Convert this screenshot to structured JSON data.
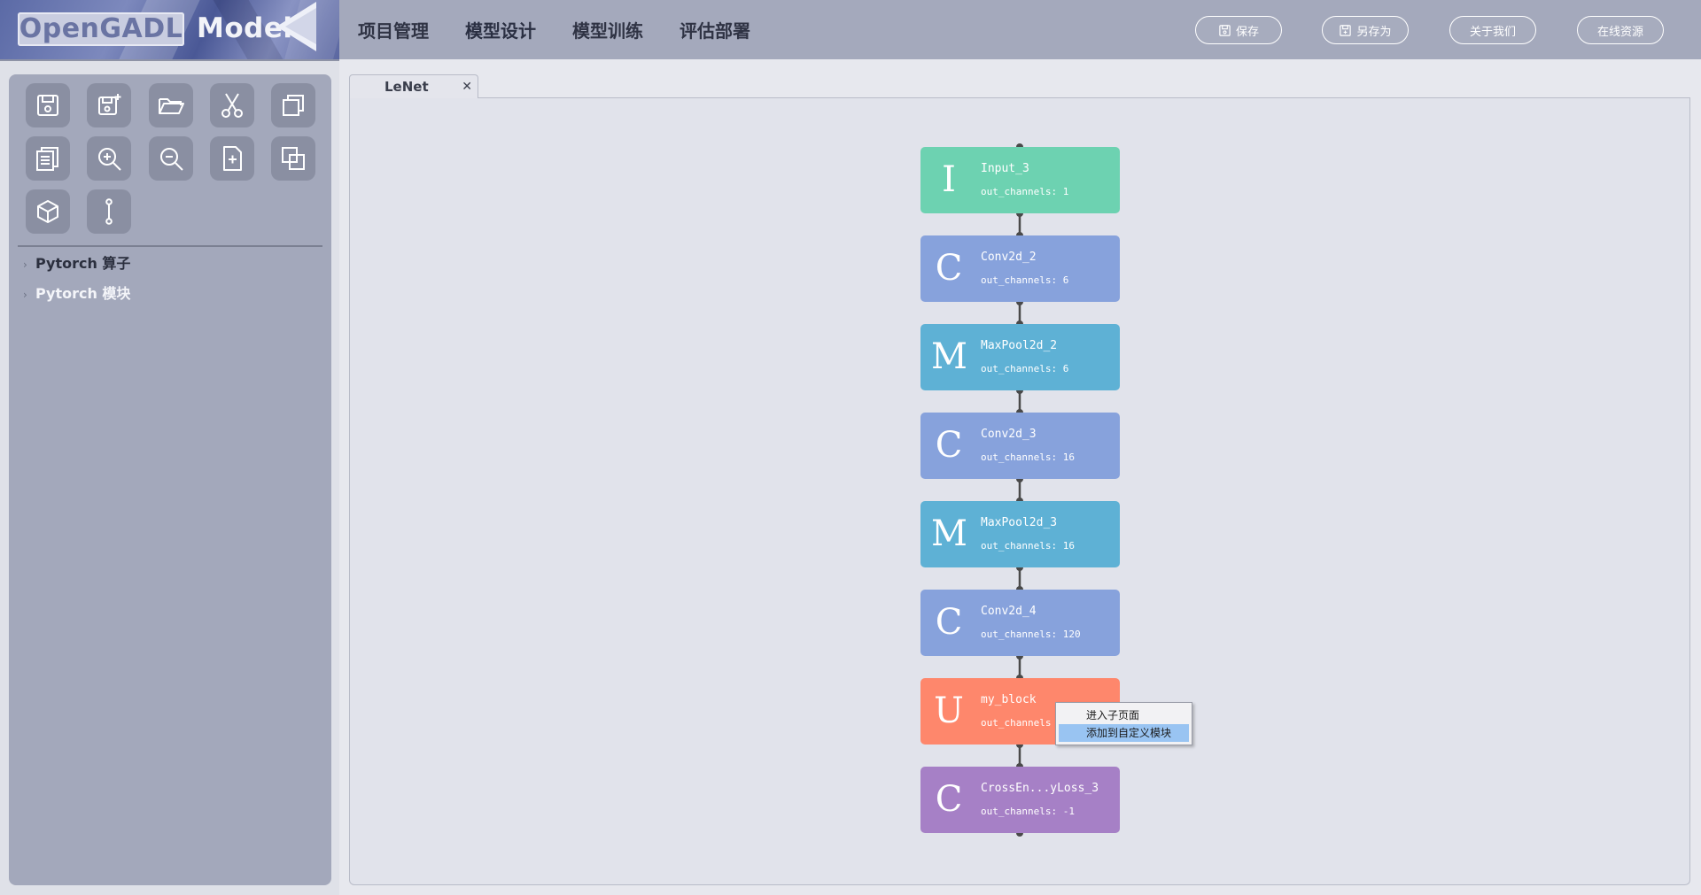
{
  "header": {
    "logo_primary": "OpenGADL",
    "logo_secondary": "Model",
    "nav": [
      "项目管理",
      "模型设计",
      "模型训练",
      "评估部署"
    ],
    "active_nav": "模型设计",
    "buttons": {
      "save": "保存",
      "save_as": "另存为",
      "about": "关于我们",
      "online": "在线资源"
    }
  },
  "sidebar": {
    "tools": [
      "save-icon",
      "save-as-icon",
      "open-folder-icon",
      "cut-icon",
      "copy-icon",
      "document-icon",
      "zoom-in-icon",
      "zoom-out-icon",
      "new-page-icon",
      "duplicate-icon",
      "cube-icon",
      "connector-icon"
    ],
    "tree": [
      "Pytorch 算子",
      "Pytorch 模块"
    ]
  },
  "tabs": [
    {
      "title": "LeNet",
      "close": "✕"
    }
  ],
  "graph": {
    "nodes": [
      {
        "letter": "I",
        "name": "Input_3",
        "sub": "out_channels: 1",
        "color": "#6dd2b1"
      },
      {
        "letter": "C",
        "name": "Conv2d_2",
        "sub": "out_channels: 6",
        "color": "#87a2dc"
      },
      {
        "letter": "M",
        "name": "MaxPool2d_2",
        "sub": "out_channels: 6",
        "color": "#5eb1d5"
      },
      {
        "letter": "C",
        "name": "Conv2d_3",
        "sub": "out_channels: 16",
        "color": "#87a2dc"
      },
      {
        "letter": "M",
        "name": "MaxPool2d_3",
        "sub": "out_channels: 16",
        "color": "#5eb1d5"
      },
      {
        "letter": "C",
        "name": "Conv2d_4",
        "sub": "out_channels: 120",
        "color": "#87a2dc"
      },
      {
        "letter": "U",
        "name": "my_block",
        "sub": "out_channels",
        "color": "#fe876c"
      },
      {
        "letter": "C",
        "name": "CrossEn...yLoss_3",
        "sub": "out_channels: -1",
        "color": "#a680c6"
      }
    ]
  },
  "context_menu": {
    "items": [
      "进入子页面",
      "添加到自定义模块"
    ],
    "highlighted_index": 1
  },
  "colors": {
    "header_bg": "#a4a9bc",
    "sidebar_bg": "#a3a8bb",
    "canvas_bg": "#e1e3eb",
    "edge": "#4a4a4a"
  }
}
